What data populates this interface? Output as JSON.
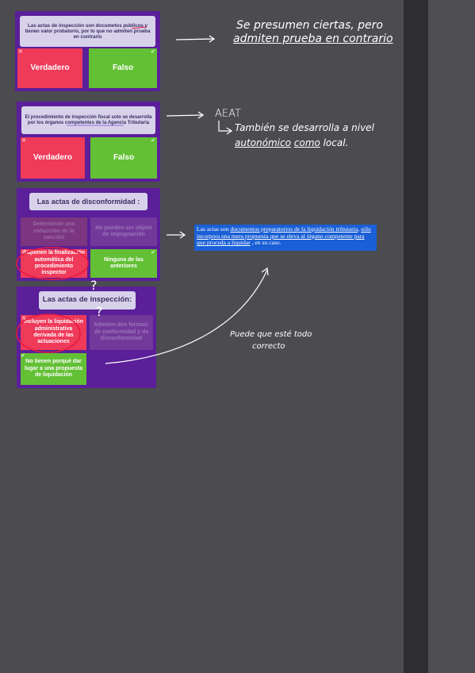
{
  "quiz1": {
    "question": "Las actas de inspección son documetos públicos y tienen valor probatorio, por lo que no admiten prueba en contrario",
    "options": [
      "Verdadero",
      "Falso"
    ]
  },
  "quiz2": {
    "question": "El procedimiento de inspección fiscal solo se desarrolla por los órganos competentes de la Agencia Tributaria",
    "options": [
      "Verdadero",
      "Falso"
    ]
  },
  "quiz3": {
    "question": "Las actas de disconformidad :",
    "options": [
      "Determinan una reducción de la sanción",
      "No pueden ser objeto de impugnación",
      "Suponen la finalización automática del procedimiento inspector",
      "Ninguna de las anteriores"
    ]
  },
  "quiz4": {
    "question": "Las actas de inspección:",
    "options": [
      "Incluyen la liquidación administrativa derivada de las actuaciones",
      "Admiten dos formas: de conformidad y de disconformidad",
      "No tienen porqué dar lugar a una propuesta de liquidación"
    ]
  },
  "notes": {
    "n1_line1": "Se presumen ciertas, pero",
    "n1_line2": "admiten prueba en contrario",
    "n2_line1": "AEAT",
    "n2_line2": "También se desarrolla a nivel",
    "n2_line3a": "autonómico",
    "n2_line3b": "como",
    "n2_line3c": "local.",
    "n3_line1": "Puede que esté todo",
    "n3_line2": "correcto"
  },
  "highlight": {
    "part1": "Las actas son ",
    "part2": "documentos preparatorios de la liquidación tributaria",
    "part3": ", ",
    "part4": "sólo incorpora una mera propuesta que se eleva al órgano competente para que proceda a liquidar",
    "part5": " , en su caso."
  },
  "colors": {
    "background": "#4c4b4f",
    "quiz_purple": "#5a1f99",
    "answer_red": "#ef3a5a",
    "answer_green": "#63c035",
    "highlight_blue": "#1a5fd6",
    "annotation_red": "#e8193c"
  },
  "icons": [
    "x-mark-icon",
    "check-mark-icon",
    "arrow-right-icon",
    "question-mark-icon"
  ]
}
